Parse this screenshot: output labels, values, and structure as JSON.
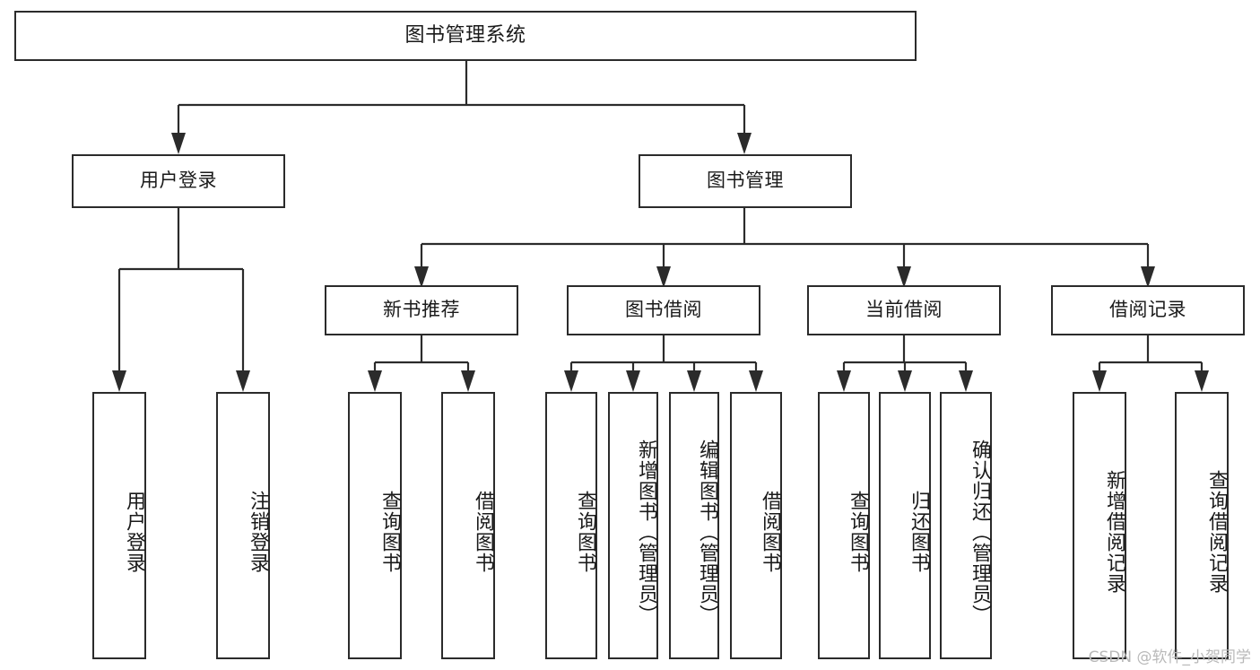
{
  "diagram": {
    "title": "图书管理系统",
    "watermark": "CSDN @软件_小贺同学",
    "level1": [
      {
        "label": "用户登录"
      },
      {
        "label": "图书管理"
      }
    ],
    "level2": [
      {
        "label": "新书推荐"
      },
      {
        "label": "图书借阅"
      },
      {
        "label": "当前借阅"
      },
      {
        "label": "借阅记录"
      }
    ],
    "leaves": {
      "user_login": [
        {
          "label": "用户登录"
        },
        {
          "label": "注销登录"
        }
      ],
      "new_book_recommend": [
        {
          "label": "查询图书"
        },
        {
          "label": "借阅图书"
        }
      ],
      "book_borrow": [
        {
          "label": "查询图书"
        },
        {
          "label": "新增图书（管理员）"
        },
        {
          "label": "编辑图书（管理员）"
        },
        {
          "label": "借阅图书"
        }
      ],
      "current_borrow": [
        {
          "label": "查询图书"
        },
        {
          "label": "归还图书"
        },
        {
          "label": "确认归还（管理员）"
        }
      ],
      "borrow_record": [
        {
          "label": "新增借阅记录"
        },
        {
          "label": "查询借阅记录"
        }
      ]
    }
  },
  "colors": {
    "stroke": "#2b2b2b",
    "fill": "#ffffff",
    "text": "#1a1a1a",
    "watermark": "#b9b9b9"
  }
}
